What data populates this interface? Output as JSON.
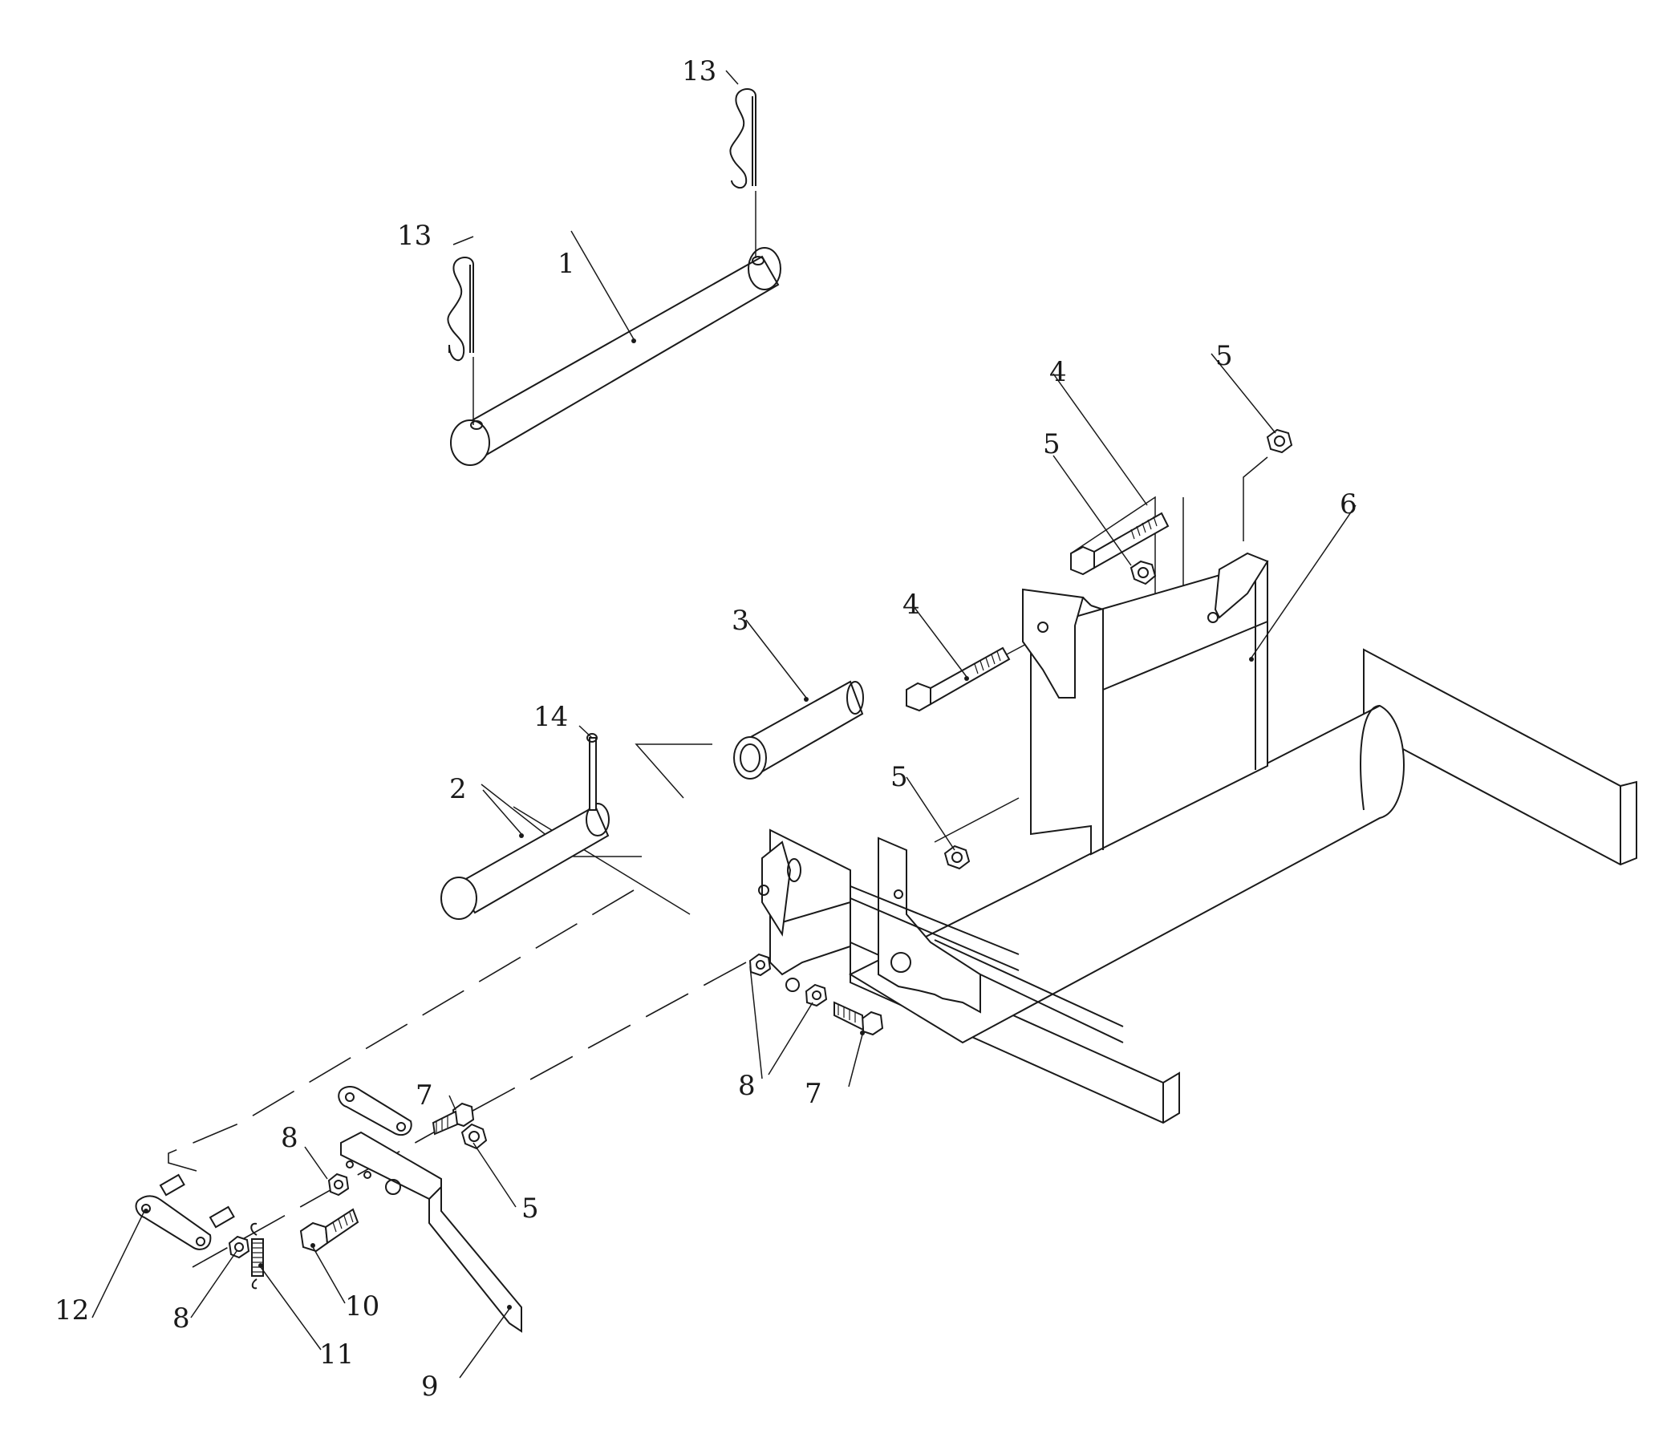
{
  "callouts": [
    {
      "id": "c1",
      "text": "1"
    },
    {
      "id": "c2",
      "text": "2"
    },
    {
      "id": "c3",
      "text": "3"
    },
    {
      "id": "c4a",
      "text": "4"
    },
    {
      "id": "c4b",
      "text": "4"
    },
    {
      "id": "c5a",
      "text": "5"
    },
    {
      "id": "c5b",
      "text": "5"
    },
    {
      "id": "c5c",
      "text": "5"
    },
    {
      "id": "c5d",
      "text": "5"
    },
    {
      "id": "c6",
      "text": "6"
    },
    {
      "id": "c7a",
      "text": "7"
    },
    {
      "id": "c7b",
      "text": "7"
    },
    {
      "id": "c8a",
      "text": "8"
    },
    {
      "id": "c8b",
      "text": "8"
    },
    {
      "id": "c8c",
      "text": "8"
    },
    {
      "id": "c9",
      "text": "9"
    },
    {
      "id": "c10",
      "text": "10"
    },
    {
      "id": "c11",
      "text": "11"
    },
    {
      "id": "c12",
      "text": "12"
    },
    {
      "id": "c13a",
      "text": "13"
    },
    {
      "id": "c13b",
      "text": "13"
    },
    {
      "id": "c14",
      "text": "14"
    }
  ]
}
